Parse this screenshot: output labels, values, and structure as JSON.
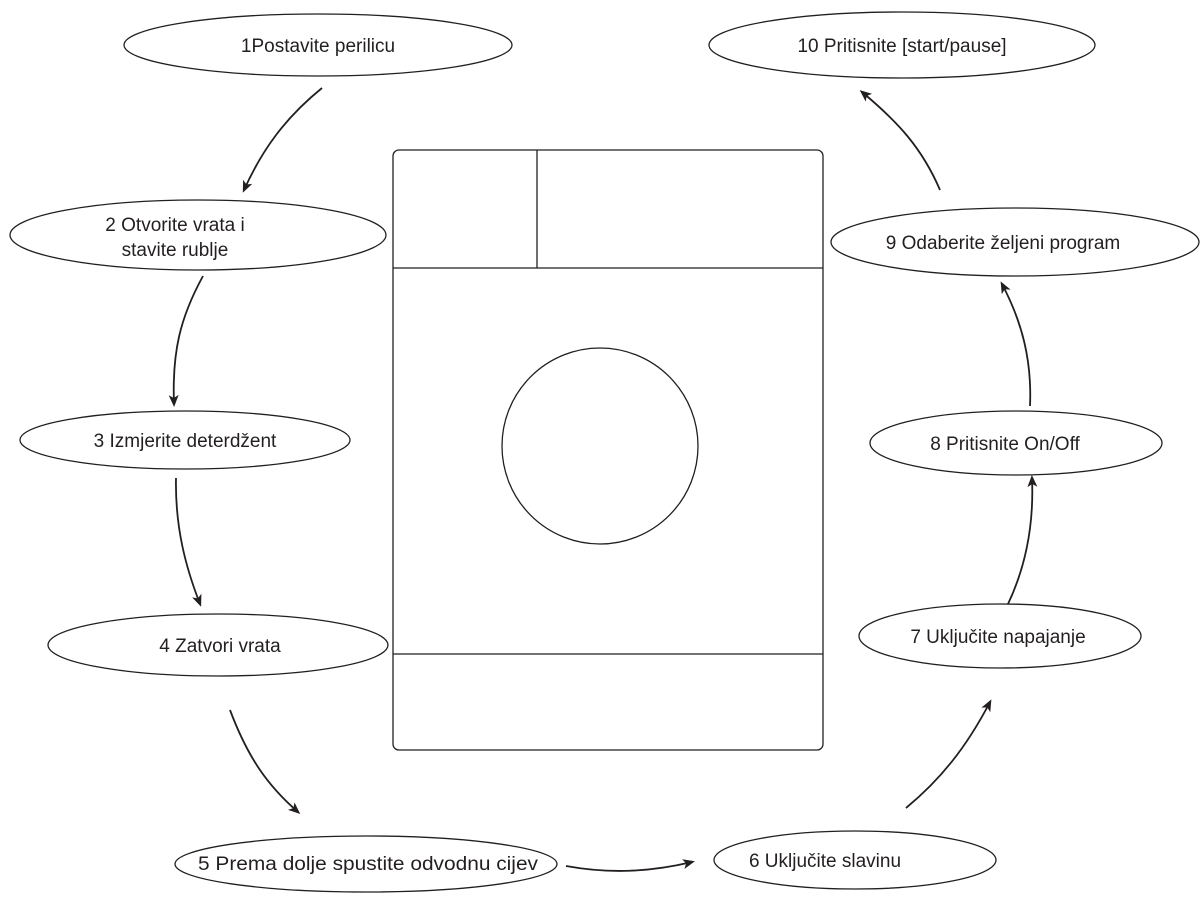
{
  "steps": [
    {
      "label": "1Postavite perilicu"
    },
    {
      "label": "2 Otvorite vrata i",
      "label_line2": "stavite rublje"
    },
    {
      "label": "3 Izmjerite deterdžent"
    },
    {
      "label": "4 Zatvori vrata"
    },
    {
      "label": "5  Prema dolje spustite odvodnu cijev"
    },
    {
      "label": "6 Uključite slavinu"
    },
    {
      "label": "7 Uključite napajanje"
    },
    {
      "label": "8 Pritisnite On/Off"
    },
    {
      "label": "9 Odaberite željeni program"
    },
    {
      "label": "10 Pritisnite [start/pause]"
    }
  ],
  "colors": {
    "ink": "#231f20",
    "background": "#ffffff"
  },
  "icons": {
    "machine": "washing-machine-icon",
    "arrow": "arrow-icon"
  }
}
